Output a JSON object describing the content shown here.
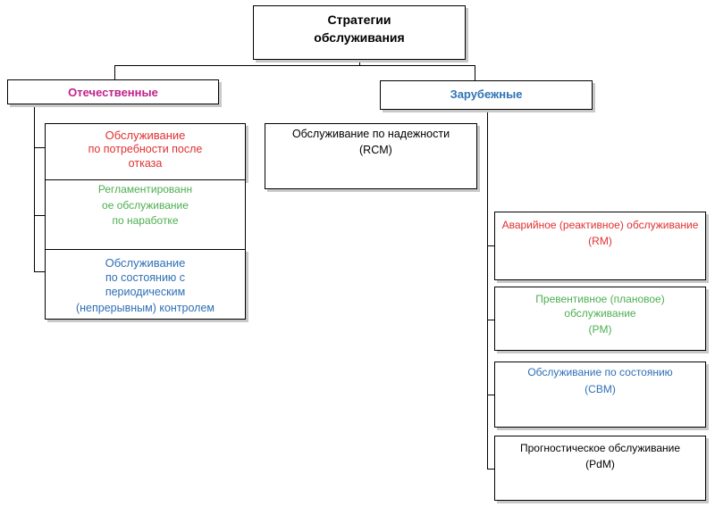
{
  "root": {
    "line1": "Стратегии",
    "line2": "обслуживания"
  },
  "domestic": {
    "title": "Отечественные",
    "items": [
      {
        "lines": [
          "Обслуживание",
          "по потребности после",
          "отказа"
        ]
      },
      {
        "lines": [
          "Регламентированн",
          "ое обслуживание",
          "по наработке"
        ]
      },
      {
        "lines": [
          "Обслуживание",
          "по состоянию с",
          "периодическим",
          "(непрерывным) контролем"
        ]
      }
    ]
  },
  "foreign": {
    "title": "Зарубежные",
    "rcm": {
      "lines": [
        "Обслуживание по надежности",
        "(RCM)"
      ]
    },
    "items": [
      {
        "lines": [
          "Аварийное (реактивное) обслуживание",
          "(RM)"
        ]
      },
      {
        "lines": [
          "Превентивное (плановое)",
          "обслуживание",
          "(PM)"
        ]
      },
      {
        "lines": [
          "Обслуживание по состоянию",
          "(CBM)"
        ]
      },
      {
        "lines": [
          "Прогностическое обслуживание",
          "(PdM)"
        ]
      }
    ]
  },
  "colors": {
    "domestic_title": "#c0228c",
    "foreign_title": "#2e74b5",
    "red": "#e03030",
    "green": "#4caf50",
    "blue": "#2e6fb5",
    "black": "#000000"
  }
}
